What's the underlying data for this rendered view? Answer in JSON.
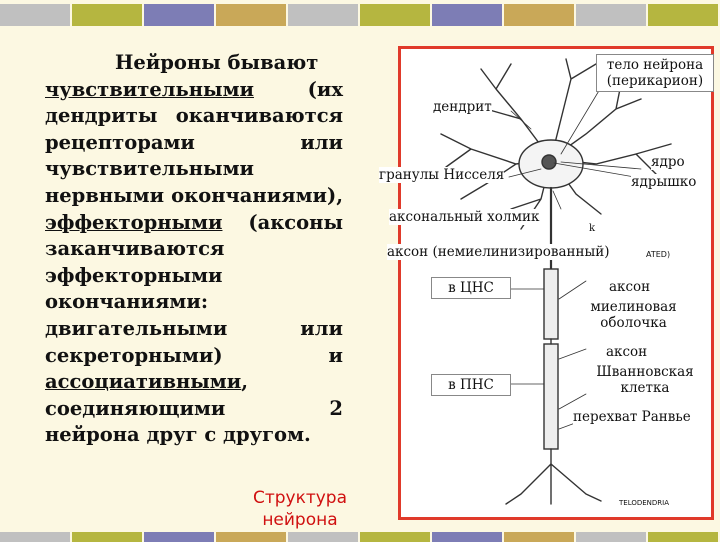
{
  "colors": {
    "background": "#fcf8e2",
    "stripe": [
      "#c0c0c0",
      "#b5b640",
      "#7d7db5",
      "#c9a858",
      "#c0c0c0",
      "#b5b640",
      "#7d7db5",
      "#c9a858",
      "#c0c0c0",
      "#b5b640"
    ],
    "frame": "#e03a2a",
    "caption": "#d01010"
  },
  "text": {
    "line1": "Нейроны бывают",
    "line2a": "чувствительными",
    "line2b": " (их дендриты оканчиваются рецепторами или чувствительными нервными окончаниями), ",
    "line3a": "эффекторными",
    "line3b": " (аксоны заканчиваются эффекторными окончаниями: двигательными или секреторными) и ",
    "line4a": "ассоциативными",
    "line4b": ", соединяющими 2 нейрона друг с другом."
  },
  "caption": "Структура нейрона",
  "labels": {
    "perikaryon": "тело нейрона (перикарион)",
    "dendrite": "дендрит",
    "nissl": "гранулы Нисселя",
    "nucleus": "ядро",
    "nucleolus": "ядрышко",
    "hillock": "аксональный холмик",
    "axon_unmyel": "аксон (немиелинизированный)",
    "cns": "в ЦНС",
    "pns": "в ПНС",
    "axon1": "аксон",
    "myelin": "миелиновая оболочка",
    "axon2": "аксон",
    "schwann": "Шванновская клетка",
    "ranvier": "перехват Ранвье",
    "telodendria": "TELODENDRIA",
    "partial": "ATED)",
    "k": "k"
  }
}
